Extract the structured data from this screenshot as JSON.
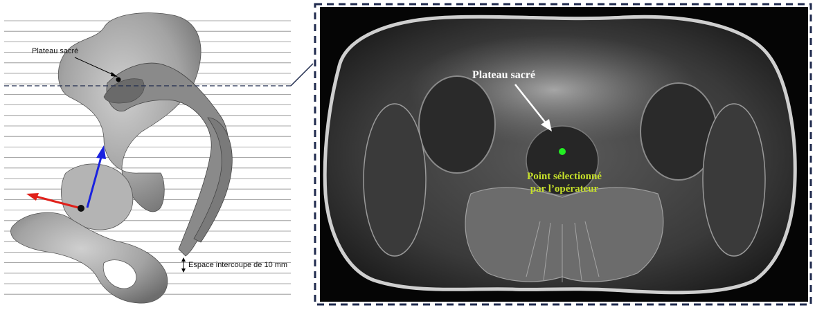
{
  "left_panel": {
    "sacral_plateau_label": "Plateau sacré",
    "slice_spacing_label": "Espace intercoupe de 10 mm"
  },
  "right_panel": {
    "sacral_plateau_label": "Plateau sacré",
    "selected_point_label_line1": "Point sélectionné",
    "selected_point_label_line2": "par l’opérateur"
  },
  "colors": {
    "bone": "#9d9d9d",
    "axis_x": "#e0201a",
    "axis_y": "#1a22e0",
    "dashed_frame": "#1f2a4d",
    "selected_point": "#22ee22",
    "selected_point_label": "#c6e02a"
  }
}
